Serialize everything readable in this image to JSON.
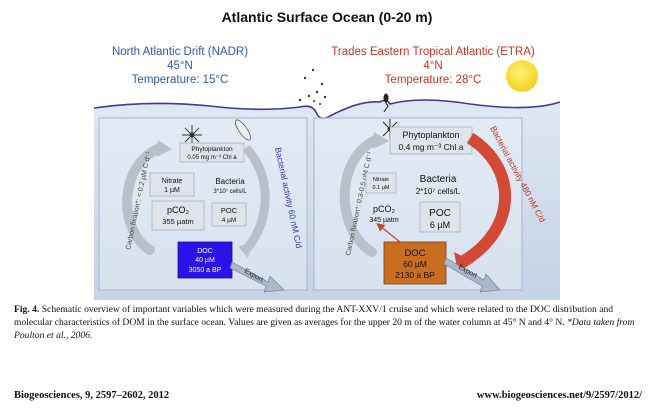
{
  "figure": {
    "title": "Atlantic Surface Ocean (0-20 m)",
    "left": {
      "region": "North Atlantic Drift (NADR)",
      "latitude": "45°N",
      "temperature": "Temperature: 15°C",
      "carbon_fixation": "Carbon fixation*: < 0.2 µM C d⁻¹",
      "phytoplankton_label": "Phytoplankton",
      "phytoplankton_value": "0.05 mg m⁻³ Chl a",
      "nitrate_label": "Nitrate",
      "nitrate_value": "1 µM",
      "bacteria_label": "Bacteria",
      "bacteria_value": "3*10⁷ cells/L",
      "pco2_label": "pCO₂",
      "pco2_value": "355 µatm",
      "poc_label": "POC",
      "poc_value": "4 µM",
      "doc_label": "DOC",
      "doc_value": "40 µM",
      "doc_age": "3050 a BP",
      "bacterial_activity": "Bacterial activity 60 nM C/d",
      "export": "Export",
      "colors": {
        "text": "#2e5aa8",
        "doc_box": "#2a12e8"
      }
    },
    "right": {
      "region": "Trades Eastern Tropical Atlantic (ETRA)",
      "latitude": "4°N",
      "temperature": "Temperature: 28°C",
      "carbon_fixation": "Carbon fixation*: 0.3-0.5 µM C d⁻¹",
      "phytoplankton_label": "Phytoplankton",
      "phytoplankton_value": "0.4 mg m⁻³ Chl a",
      "nitrate_label": "Nitrate",
      "nitrate_value": "0.1 µM",
      "bacteria_label": "Bacteria",
      "bacteria_value": "2*10⁷ cells/L",
      "pco2_label": "pCO₂",
      "pco2_value": "345 µatm",
      "poc_label": "POC",
      "poc_value": "6 µM",
      "doc_label": "DOC",
      "doc_value": "60 µM",
      "doc_age": "2130 a BP",
      "bacterial_activity": "Bacterial activity 480 nM C/d",
      "export": "Export",
      "colors": {
        "text": "#c8331c",
        "doc_box": "#c96e20",
        "sun": "#f6df2c"
      }
    }
  },
  "caption": {
    "fig_label": "Fig. 4.",
    "text": " Schematic overview of important variables which were measured during the ANT-XXV/1 cruise and which were related to the DOC distribution and molecular characteristics of DOM in the surface ocean. Values are given as averages for the upper 20 m of the water column at 45° N and 4° N. ",
    "note": "*Data taken from Poulton et al., 2006."
  },
  "footer": {
    "journal": "Biogeosciences, 9, 2597–2602, 2012",
    "url": "www.biogeosciences.net/9/2597/2012/"
  }
}
